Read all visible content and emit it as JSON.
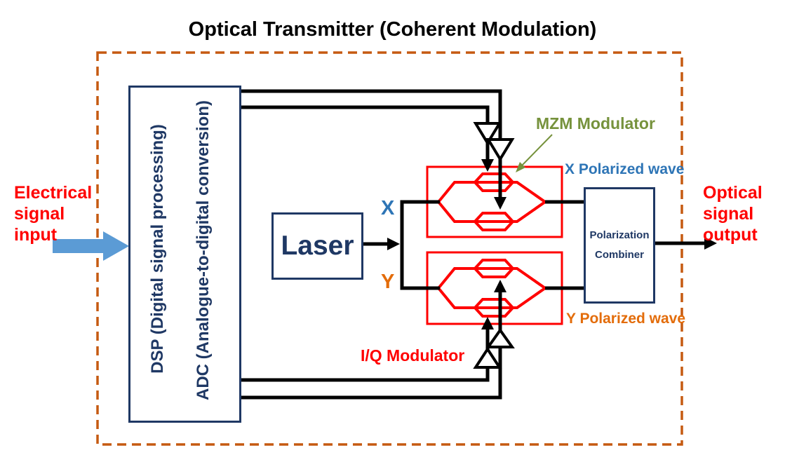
{
  "title": "Optical Transmitter (Coherent Modulation)",
  "input": {
    "label": "Electrical\nsignal\ninput"
  },
  "output": {
    "label": "Optical\nsignal\noutput"
  },
  "dsp": {
    "dsp_line": "DSP (Digital signal processing)",
    "adc_line": "ADC (Analogue-to-digital conversion)"
  },
  "laser": {
    "label": "Laser"
  },
  "branches": {
    "x": "X",
    "y": "Y"
  },
  "modulators": {
    "mzm_label": "MZM Modulator",
    "iq_label": "I/Q Modulator",
    "x_wave": "X Polarized wave",
    "y_wave": "Y Polarized wave"
  },
  "combiner": {
    "line1": "Polarization",
    "line2": "Combiner"
  },
  "colors": {
    "wire_black": "#000000",
    "modulator_red": "#FF0000",
    "box_navy": "#1F3864",
    "dashed_border_orange": "#C55A11",
    "input_arrow_blue": "#5B9BD5",
    "x_label_blue": "#2E75B6",
    "y_label_orange": "#E36C0A",
    "mzm_label_green": "#76923C",
    "signal_text_red": "#FF0000"
  }
}
